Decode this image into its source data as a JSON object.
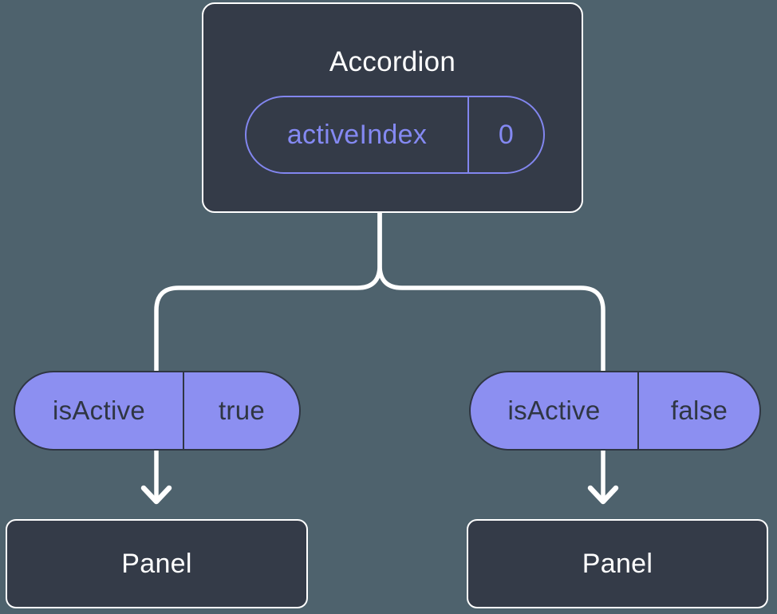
{
  "colors": {
    "background": "#4e626d",
    "node_fill": "#343b48",
    "node_border": "#ffffff",
    "connector": "#ffffff",
    "pill_fill": "#8c8ff1",
    "pill_ink": "#2f3643",
    "accent_purple": "#8286ef"
  },
  "tree": {
    "root": {
      "title": "Accordion",
      "state": {
        "name": "activeIndex",
        "value": "0"
      }
    },
    "children": [
      {
        "prop": {
          "name": "isActive",
          "value": "true"
        },
        "title": "Panel"
      },
      {
        "prop": {
          "name": "isActive",
          "value": "false"
        },
        "title": "Panel"
      }
    ]
  }
}
